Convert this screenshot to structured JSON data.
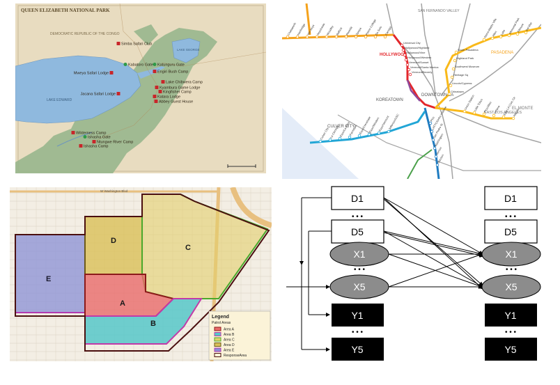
{
  "park_map": {
    "title": "QUEEN ELIZABETH NATIONAL PARK",
    "country_label": "DEMOCRATIC REPUBLIC OF THE CONGO",
    "lake_edward": "LAKE EDWARD",
    "lake_george": "LAKE GEORGE",
    "places": [
      {
        "name": "Simba Safari Club",
        "type": "lodge"
      },
      {
        "name": "Kabatoro Gate",
        "type": "gate"
      },
      {
        "name": "Katunguru Gate",
        "type": "gate"
      },
      {
        "name": "Mweya Safari Lodge",
        "type": "lodge"
      },
      {
        "name": "Engiri Bush Camp",
        "type": "lodge"
      },
      {
        "name": "Lake Chibwera Camp",
        "type": "lodge"
      },
      {
        "name": "Kyambura Game Lodge",
        "type": "lodge"
      },
      {
        "name": "Kingfisher Camp",
        "type": "lodge"
      },
      {
        "name": "Jacana Safari Lodge",
        "type": "lodge"
      },
      {
        "name": "Katara Lodge",
        "type": "lodge"
      },
      {
        "name": "Abbey Guest House",
        "type": "lodge"
      },
      {
        "name": "Wilderness Camp",
        "type": "lodge"
      },
      {
        "name": "Ishasha Gate",
        "type": "gate"
      },
      {
        "name": "Ntungwe River Camp",
        "type": "lodge"
      },
      {
        "name": "Ishasha Camp",
        "type": "lodge"
      }
    ],
    "colors": {
      "land": "#e8dcc0",
      "park": "#93b48a",
      "water": "#8fb9de",
      "marker": "#c8262a",
      "gate": "#2f9a48"
    }
  },
  "metro_map": {
    "region_labels": [
      "HOLLYWOOD",
      "KOREATOWN",
      "DOWNTOWN LA",
      "PASADENA",
      "EL MONTE",
      "EAST LOS ANGELES",
      "CULVER CITY"
    ],
    "stations_north": [
      "Chatsworth",
      "Northridge",
      "Van Nuys",
      "Sepulveda",
      "Woodley",
      "Balboa",
      "Reseda",
      "Tampa",
      "Pierce College",
      "De Soto",
      "Canoga"
    ],
    "stations_hollywood": [
      "Universal City",
      "Hollywood/Highland",
      "Hollywood/Vine",
      "Hollywood/Western",
      "Vermont/Sunset",
      "Vermont/Santa Monica",
      "Vermont/Beverly"
    ],
    "stations_expo": [
      "Culver City",
      "La Cienega",
      "Expo/La Brea",
      "Farmdale",
      "Expo/Crenshaw",
      "Expo/Western",
      "Expo/Vermont",
      "Jefferson/USC"
    ],
    "stations_east": [
      "South Pasadena",
      "Highland Park",
      "Southwest Museum",
      "Heritage Sq",
      "Lincoln/Cypress",
      "Chinatown",
      "Union Station",
      "Little Tokyo",
      "Pico/Aliso",
      "Indiana",
      "East LA Civic Ctr",
      "Atlantic"
    ],
    "stations_south": [
      "Pico",
      "LATTC/Ortho Institute",
      "San Pedro St",
      "Washington",
      "Vernon",
      "Slauson"
    ],
    "gold_line_stations": [
      "Sierra Madre Villa",
      "Allen",
      "Lake",
      "Memorial Park",
      "Fillmore",
      "Del Mar"
    ],
    "colors": {
      "red": "#e3262b",
      "orange": "#f5a21b",
      "gold": "#f9b91a",
      "blue": "#1f7cc1",
      "expo": "#22a6d6",
      "purple": "#8e4a9c",
      "silver": "#a3a3a3",
      "green": "#4aa04a"
    }
  },
  "patrol_map": {
    "street_label": "W Washington Blvd",
    "areas": [
      {
        "label": "A",
        "name": "Area A",
        "fill": "#e86a6a",
        "stroke": "#8b1a1a"
      },
      {
        "label": "B",
        "name": "Area B",
        "fill": "#56c7c9",
        "stroke": "#c23aa8"
      },
      {
        "label": "C",
        "name": "Area C",
        "fill": "#e2cf6c",
        "stroke": "#4aa82a"
      },
      {
        "label": "D",
        "name": "Area D",
        "fill": "#d9bf58",
        "stroke": "#6b5a1a"
      },
      {
        "label": "E",
        "name": "Area E",
        "fill": "#8a8fd6",
        "stroke": "#b23ab0"
      }
    ],
    "legend": {
      "title": "Legend",
      "subtitle": "Patrol Areas",
      "items": [
        "Area A",
        "Area B",
        "Area C",
        "Area D",
        "Area E",
        "ResponseArea"
      ]
    }
  },
  "network": {
    "left_d": [
      "D1",
      "D5"
    ],
    "left_x": [
      "X1",
      "X5"
    ],
    "left_y": [
      "Y1",
      "Y5"
    ],
    "right_d": [
      "D1",
      "D5"
    ],
    "right_x": [
      "X1",
      "X5"
    ],
    "right_y": [
      "Y1",
      "Y5"
    ],
    "ellipsis": "• • •"
  }
}
